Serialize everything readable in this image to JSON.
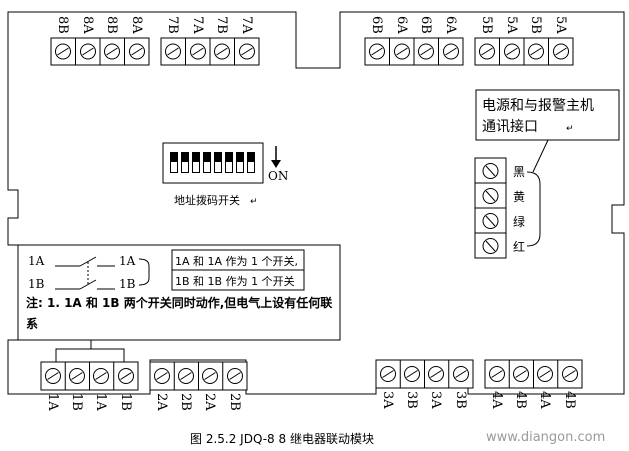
{
  "top_left_terminals": {
    "group8": [
      "8B",
      "8A",
      "8B",
      "8A"
    ],
    "group7": [
      "7B",
      "7A",
      "7B",
      "7A"
    ]
  },
  "top_right_terminals": {
    "group6": [
      "6B",
      "6A",
      "6B",
      "6A"
    ],
    "group5": [
      "5B",
      "5A",
      "5B",
      "5A"
    ]
  },
  "bottom_left_terminals": {
    "group1": [
      "1A",
      "1B",
      "1A",
      "1B"
    ],
    "group2": [
      "2A",
      "2B",
      "2A",
      "2B"
    ]
  },
  "bottom_right_terminals": {
    "group3": [
      "3A",
      "3B",
      "3A",
      "3B"
    ],
    "group4": [
      "4A",
      "4B",
      "4A",
      "4B"
    ]
  },
  "dip_switch": {
    "on_label": "ON",
    "caption": "地址拨码开关"
  },
  "comm_port": {
    "label_line1": "电源和与报警主机",
    "label_line2": "通讯接口",
    "wires": [
      "黑",
      "黄",
      "绿",
      "红"
    ]
  },
  "note_box": {
    "sw1_left": "1A",
    "sw1_right": "1A",
    "sw2_left": "1B",
    "sw2_right": "1B",
    "desc1": "1A 和 1A 作为 1 个开关,",
    "desc2": "1B 和 1B 作为 1 个开关",
    "note_line1": "注:  1. 1A 和 1B 两个开关同时动作,但电气上设有任何联",
    "note_line2": "系"
  },
  "caption": "图 2.5.2    JDQ-8   8 继电器联动模块",
  "watermark": "www.diangon.com"
}
